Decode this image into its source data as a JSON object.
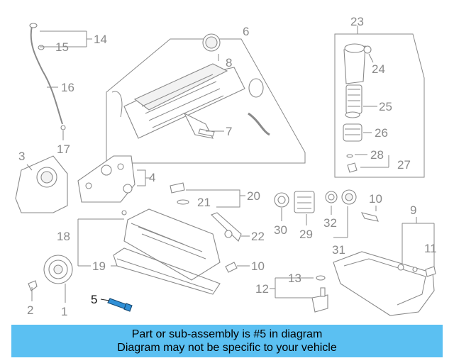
{
  "callouts": {
    "c1": "1",
    "c2": "2",
    "c3": "3",
    "c4": "4",
    "c5": "5",
    "c6": "6",
    "c7": "7",
    "c8": "8",
    "c9": "9",
    "c10a": "10",
    "c10b": "10",
    "c11": "11",
    "c12": "12",
    "c13": "13",
    "c14": "14",
    "c15": "15",
    "c16": "16",
    "c17": "17",
    "c18": "18",
    "c19": "19",
    "c20": "20",
    "c21": "21",
    "c22": "22",
    "c23": "23",
    "c24": "24",
    "c25": "25",
    "c26": "26",
    "c27": "27",
    "c28": "28",
    "c29": "29",
    "c30": "30",
    "c31": "31",
    "c32": "32"
  },
  "banner": {
    "line1": "Part or sub-assembly is #5 in diagram",
    "line2": "Diagram may not be specific to your vehicle"
  },
  "colors": {
    "banner": "#5bc0f2",
    "highlight_part": "#2f8fd6",
    "line_art": "#8a8a8a"
  },
  "highlighted_part": "5"
}
